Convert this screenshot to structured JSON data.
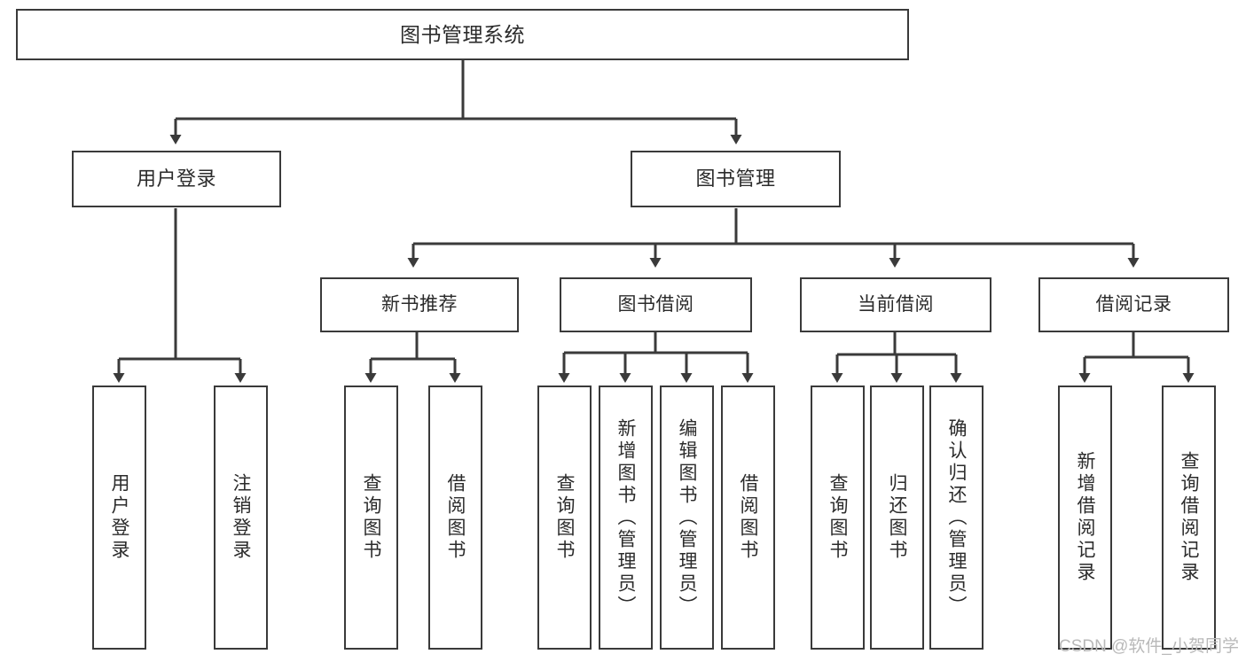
{
  "diagram": {
    "title": "图书管理系统",
    "type": "tree-hierarchy-chart",
    "orientation": "top-down",
    "colors": {
      "box_border": "#3a3a3a",
      "box_fill": "#ffffff",
      "connector": "#3a3a3a",
      "text": "#2b2b2b",
      "watermark": "#b9b9b9"
    }
  },
  "root": {
    "label": "图书管理系统"
  },
  "level2": [
    {
      "label": "用户登录"
    },
    {
      "label": "图书管理"
    }
  ],
  "level3": [
    {
      "label": "新书推荐"
    },
    {
      "label": "图书借阅"
    },
    {
      "label": "当前借阅"
    },
    {
      "label": "借阅记录"
    }
  ],
  "leaves": {
    "user_login": [
      {
        "label": "用户登录"
      },
      {
        "label": "注销登录"
      }
    ],
    "new_book_recommend": [
      {
        "label": "查询图书"
      },
      {
        "label": "借阅图书"
      }
    ],
    "book_borrow": [
      {
        "label": "查询图书"
      },
      {
        "label": "新增图书（管理员）"
      },
      {
        "label": "编辑图书（管理员）"
      },
      {
        "label": "借阅图书"
      }
    ],
    "current_borrow": [
      {
        "label": "查询图书"
      },
      {
        "label": "归还图书"
      },
      {
        "label": "确认归还（管理员）"
      }
    ],
    "borrow_records": [
      {
        "label": "新增借阅记录"
      },
      {
        "label": "查询借阅记录"
      }
    ]
  },
  "watermark": {
    "text": "CSDN @软件_小贺同学"
  }
}
